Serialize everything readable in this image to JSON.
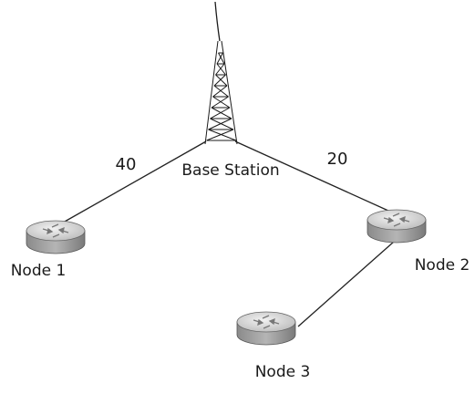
{
  "base_station": {
    "label": "Base Station",
    "icon": "cell-tower-icon"
  },
  "nodes": [
    {
      "label": "Node 1",
      "icon": "router-icon"
    },
    {
      "label": "Node 2",
      "icon": "router-icon"
    },
    {
      "label": "Node 3",
      "icon": "router-icon"
    }
  ],
  "links": [
    {
      "from": "Base Station",
      "to": "Node 1",
      "label": "40"
    },
    {
      "from": "Base Station",
      "to": "Node 2",
      "label": "20"
    },
    {
      "from": "Node 2",
      "to": "Node 3",
      "label": ""
    }
  ],
  "colors": {
    "line": "#222222",
    "router_top": "#d9d9d9",
    "router_side": "#9a9a9a",
    "tower": "#1a1a1a"
  }
}
